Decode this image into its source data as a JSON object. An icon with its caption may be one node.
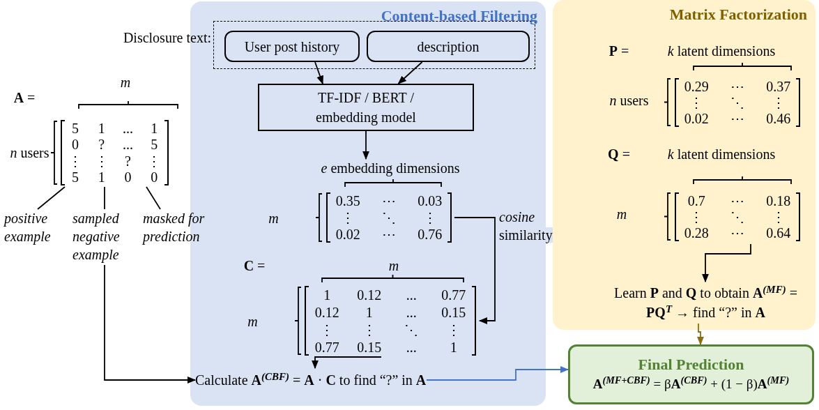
{
  "diagram": {
    "nodes": [
      {
        "text": [
          "Content-based Filtering"
        ]
      },
      {
        "text": [
          "Disclosure text:"
        ],
        "in": 0
      },
      {
        "text": [
          "User post history"
        ],
        "in": 1
      },
      {
        "text": [
          "description"
        ],
        "in": 1
      },
      {
        "text": [
          "TF-IDF / BERT / embedding model"
        ],
        "in": 0
      },
      {
        "text": [
          "0.35",
          "⋯",
          "0.03",
          "⋮",
          "⋱",
          "⋮",
          "0.02",
          "⋯",
          "0.76"
        ],
        "in": 0,
        "beside": [
          "*e* embedding dimensions",
          "*m*"
        ]
      },
      {
        "text": [
          "1",
          "0.12",
          "...",
          "0.77",
          "0.12",
          "1",
          "...",
          "0.15",
          "⋮",
          "⋮",
          "⋱",
          "⋮",
          "0.77",
          "0.15",
          "...",
          "1"
        ],
        "in": 0,
        "beside": [
          "**C** =",
          "*m*",
          "*m*"
        ]
      },
      {
        "text": [
          "Calculate **A**$^{(CBF)}$ = **A** · **C** to find “?” in **A**"
        ],
        "in": 0
      },
      {
        "text": [
          "5",
          "1",
          "...",
          "1",
          "0",
          "?",
          "...",
          "5",
          "⋮",
          "⋮",
          "?",
          "⋮",
          "5",
          "1",
          "0",
          "0"
        ],
        "beside": [
          "**A** =",
          "*m*",
          "*n* users"
        ]
      },
      {
        "text": [
          "positive example"
        ]
      },
      {
        "text": [
          "sampled negative example"
        ]
      },
      {
        "text": [
          "masked for prediction"
        ]
      },
      {
        "text": [
          "Matrix Factorization"
        ]
      },
      {
        "text": [
          "0.29",
          "⋯",
          "0.37",
          "⋮",
          "⋱",
          "⋮",
          "0.02",
          "⋯",
          "0.46"
        ],
        "in": 12,
        "beside": [
          "**P** =",
          "*k* latent dimensions",
          "*n* users"
        ]
      },
      {
        "text": [
          "0.7",
          "⋯",
          "0.18",
          "⋮",
          "⋱",
          "⋮",
          "0.28",
          "⋯",
          "0.64"
        ],
        "in": 12,
        "beside": [
          "**Q** =",
          "*k* latent dimensions",
          "*m*"
        ]
      },
      {
        "text": [
          "Learn **P** and **Q** to obtain **A**$^{(MF)}$ = **PQ**$^{T}$ → find “?” in **A**"
        ],
        "in": 12
      },
      {
        "text": [
          "Final Prediction",
          "**A**$^{(MF+CBF)}$ = β**A**$^{(CBF)}$ + (1 − β)**A**$^{(MF)}$"
        ]
      }
    ],
    "edges": [
      {
        "from": 2,
        "to": 4,
        "arrow": "to"
      },
      {
        "from": 3,
        "to": 4,
        "arrow": "to"
      },
      {
        "from": 4,
        "to": 5,
        "arrow": "to"
      },
      {
        "from": 5,
        "to": 6,
        "arrow": "to",
        "label": "*cosine* similarity"
      },
      {
        "from": 6,
        "to": 7,
        "arrow": "to"
      },
      {
        "from": 10,
        "to": 7,
        "arrow": "to"
      },
      {
        "from": 9,
        "to": 8,
        "arrow": "none"
      },
      {
        "from": 10,
        "to": 8,
        "arrow": "none"
      },
      {
        "from": 11,
        "to": 8,
        "arrow": "none"
      },
      {
        "from": 14,
        "to": 15,
        "arrow": "to"
      },
      {
        "from": 15,
        "to": 16,
        "arrow": "to",
        "color": "#8b6d14"
      },
      {
        "from": 7,
        "to": 16,
        "arrow": "to",
        "color": "#4472c4"
      }
    ]
  }
}
